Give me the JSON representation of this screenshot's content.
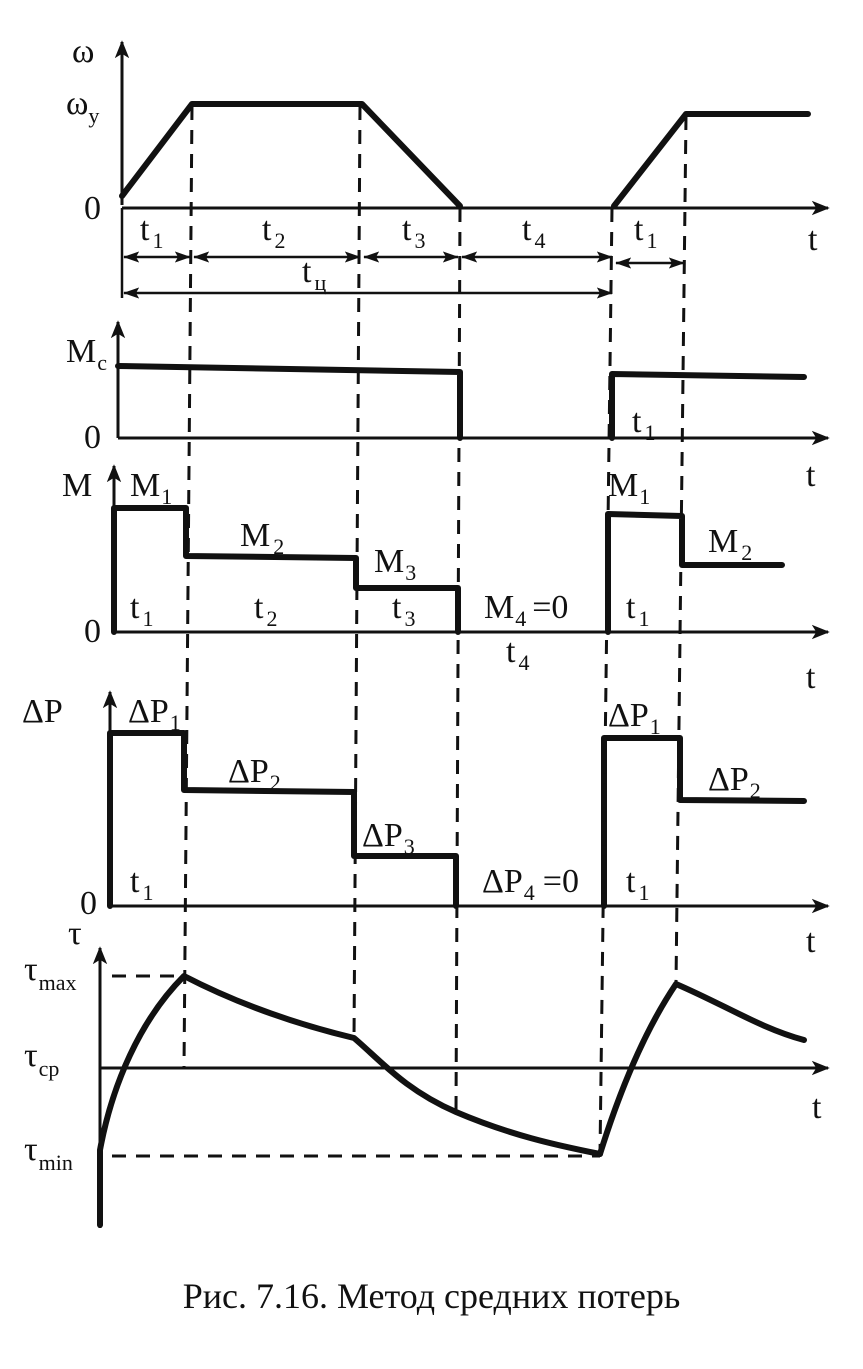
{
  "figure": {
    "caption": "Рис. 7.16. Метод средних потерь"
  },
  "labels": {
    "omega": "ω",
    "omega_y": "ω",
    "omega_y_sub": "y",
    "zero": "0",
    "t": "t",
    "t_sym": "t",
    "sub_1": "1",
    "sub_2": "2",
    "sub_3": "3",
    "sub_4": "4",
    "sub_c": "c",
    "sub_cycle": "ц",
    "M": "M",
    "M4_eq": "=0",
    "dP": "ΔP",
    "dP4_eq": "=0",
    "tau": "τ",
    "tau_max_sub": "max",
    "tau_cp_sub": "cp",
    "tau_min_sub": "min"
  }
}
